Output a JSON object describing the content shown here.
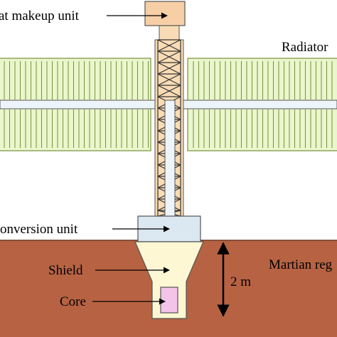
{
  "labels": {
    "makeup_unit": "at makeup unit",
    "radiator": "Radiator",
    "conversion_unit": "onversion unit",
    "shield": "Shield",
    "core": "Core",
    "depth": "2 m",
    "regolith": "Martian reg"
  },
  "colors": {
    "regolith": "#b76343",
    "radiator_fill": "#eaf6cc",
    "radiator_line": "#78903c",
    "makeup_unit": "#f7cfa6",
    "tower_fill": "#f9dcb5",
    "conversion_unit": "#dbe8f2",
    "shield": "#fdf7d4",
    "core": "#f2c4e8",
    "pipe_fill": "#e4eef6",
    "outline": "#555555"
  }
}
